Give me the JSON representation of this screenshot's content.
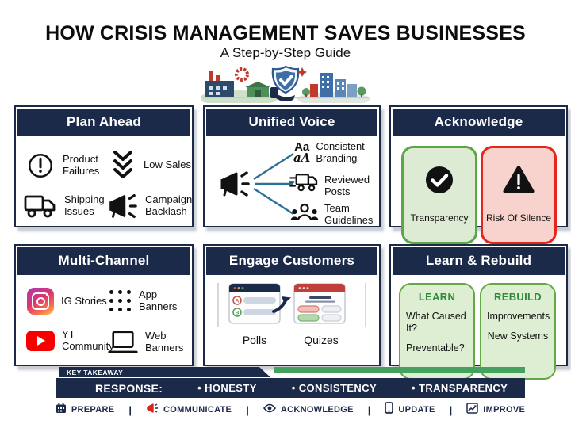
{
  "header": {
    "title": "HOW CRISIS MANAGEMENT SAVES BUSINESSES",
    "subtitle": "A Step-by-Step Guide",
    "illustration": "cityscape-with-shield-checkmark"
  },
  "colors": {
    "navy": "#1c2a4a",
    "steel_blue": "#2e6f96",
    "green_accent": "#44a15f",
    "green_border": "#62a844",
    "green_bg": "#ddeed3",
    "green_text": "#2e8b3a",
    "red_border": "#e5261c",
    "red_bg": "#f8d2cd",
    "youtube_red": "#f60000",
    "quiz_header_red": "#bf4038"
  },
  "panels": {
    "plan_ahead": {
      "title": "Plan Ahead",
      "items": [
        {
          "icon": "alert-circle-icon",
          "label": "Product Failures"
        },
        {
          "icon": "double-chevron-down-icon",
          "label": "Low Sales"
        },
        {
          "icon": "truck-icon",
          "label": "Shipping Issues"
        },
        {
          "icon": "megaphone-icon",
          "label": "Campaign Backlash"
        }
      ]
    },
    "unified_voice": {
      "title": "Unified Voice",
      "source_icon": "megaphone-icon",
      "typography_sample": {
        "line1": "Aa",
        "line2": "aA"
      },
      "targets": [
        {
          "icon": "typography-icon",
          "label": "Consistent Branding"
        },
        {
          "icon": "delivery-truck-icon",
          "label": "Reviewed Posts"
        },
        {
          "icon": "team-icon",
          "label": "Team Guidelines"
        }
      ]
    },
    "acknowledge": {
      "title": "Acknowledge",
      "cards": [
        {
          "icon": "check-circle-icon",
          "label": "Transparency",
          "tone": "positive"
        },
        {
          "icon": "warning-triangle-icon",
          "label": "Risk Of Silence",
          "tone": "negative"
        }
      ]
    },
    "multi_channel": {
      "title": "Multi-Channel",
      "items": [
        {
          "icon": "instagram-icon",
          "label": "IG Stories"
        },
        {
          "icon": "app-grid-icon",
          "label": "App Banners"
        },
        {
          "icon": "youtube-icon",
          "label": "YT Community"
        },
        {
          "icon": "laptop-icon",
          "label": "Web Banners"
        }
      ]
    },
    "engage_customers": {
      "title": "Engage Customers",
      "poll_options": [
        "A",
        "B"
      ],
      "items": [
        {
          "icon": "poll-window-icon",
          "label": "Polls"
        },
        {
          "icon": "quiz-window-icon",
          "label": "Quizes"
        }
      ]
    },
    "learn_rebuild": {
      "title": "Learn & Rebuild",
      "cards": [
        {
          "title": "LEARN",
          "lines": [
            "What Caused It?",
            "Preventable?"
          ]
        },
        {
          "title": "REBUILD",
          "lines": [
            "Improvements",
            "New Systems"
          ]
        }
      ]
    }
  },
  "key_takeaway": {
    "tab_label": "KEY TAKEAWAY",
    "response_label": "RESPONSE:",
    "items": [
      "• HONESTY",
      "• CONSISTENCY",
      "• TRANSPARENCY"
    ]
  },
  "footer": {
    "separator": "|",
    "steps": [
      {
        "icon": "calendar-icon",
        "label": "PREPARE"
      },
      {
        "icon": "megaphone-icon",
        "label": "COMMUNICATE"
      },
      {
        "icon": "eye-icon",
        "label": "ACKNOWLEDGE"
      },
      {
        "icon": "phone-icon",
        "label": "UPDATE"
      },
      {
        "icon": "chart-line-icon",
        "label": "IMPROVE"
      }
    ]
  }
}
